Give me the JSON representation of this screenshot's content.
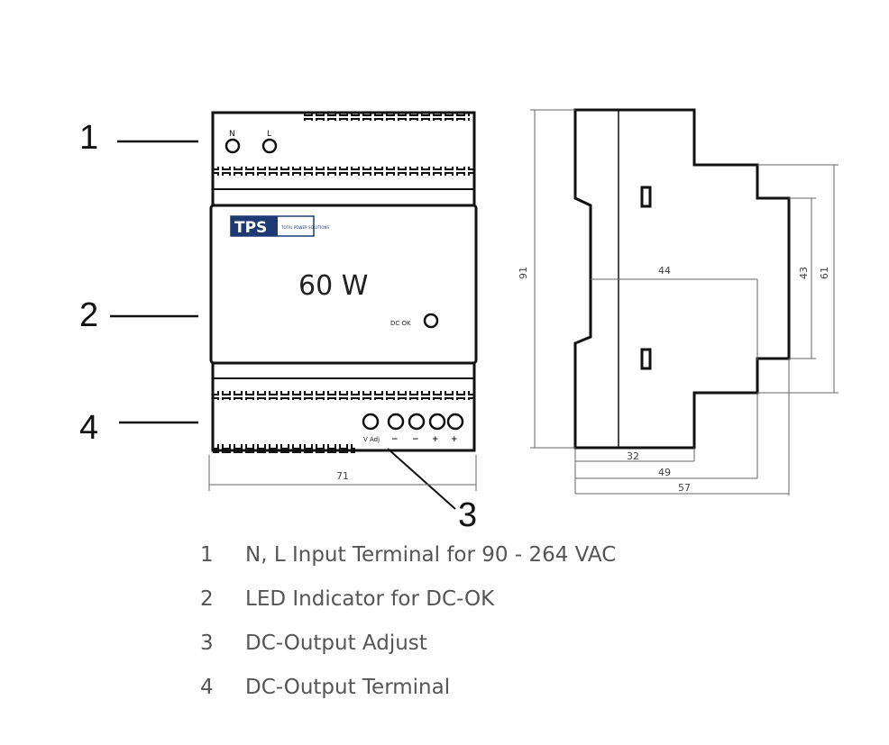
{
  "callouts": [
    {
      "number": "1"
    },
    {
      "number": "2"
    },
    {
      "number": "4"
    },
    {
      "number": "3"
    }
  ],
  "front_view": {
    "input_labels": [
      "N",
      "L"
    ],
    "brand_logo": "TPS",
    "brand_subtext": "TOTAL POWER SOLUTIONS",
    "power_rating": "60 W",
    "led_label": "DC OK",
    "output_labels": [
      "V Adj",
      "−",
      "−",
      "+",
      "+"
    ],
    "width_dim": "71"
  },
  "side_view": {
    "height_dim": "91",
    "dims": [
      "44",
      "43",
      "61",
      "32",
      "49",
      "57"
    ]
  },
  "legend": [
    {
      "number": "1",
      "text": "N, L Input Terminal for 90 - 264 VAC"
    },
    {
      "number": "2",
      "text": "LED Indicator for DC-OK"
    },
    {
      "number": "3",
      "text": "DC-Output Adjust"
    },
    {
      "number": "4",
      "text": "DC-Output Terminal"
    }
  ]
}
